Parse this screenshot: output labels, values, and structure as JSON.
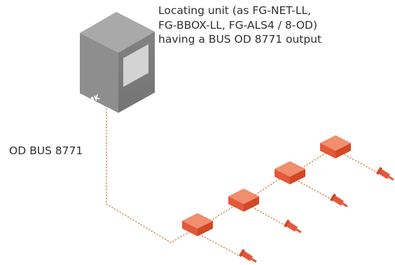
{
  "unit_label": {
    "line1": "Locating unit (as FG-NET-LL,",
    "line2": "FG-BBOX-LL, FG-ALS4 / 8-OD)",
    "line3": "having a BUS OD 8771 output"
  },
  "bus_label": "OD BUS 8771",
  "logo_text": "MK",
  "colors": {
    "unit_front": "#7c7c7c",
    "unit_side": "#8e8e8e",
    "unit_top": "#a9a9a9",
    "screen": "#d2d2d2",
    "module": "#e8623b",
    "wire": "#c77a3e"
  }
}
